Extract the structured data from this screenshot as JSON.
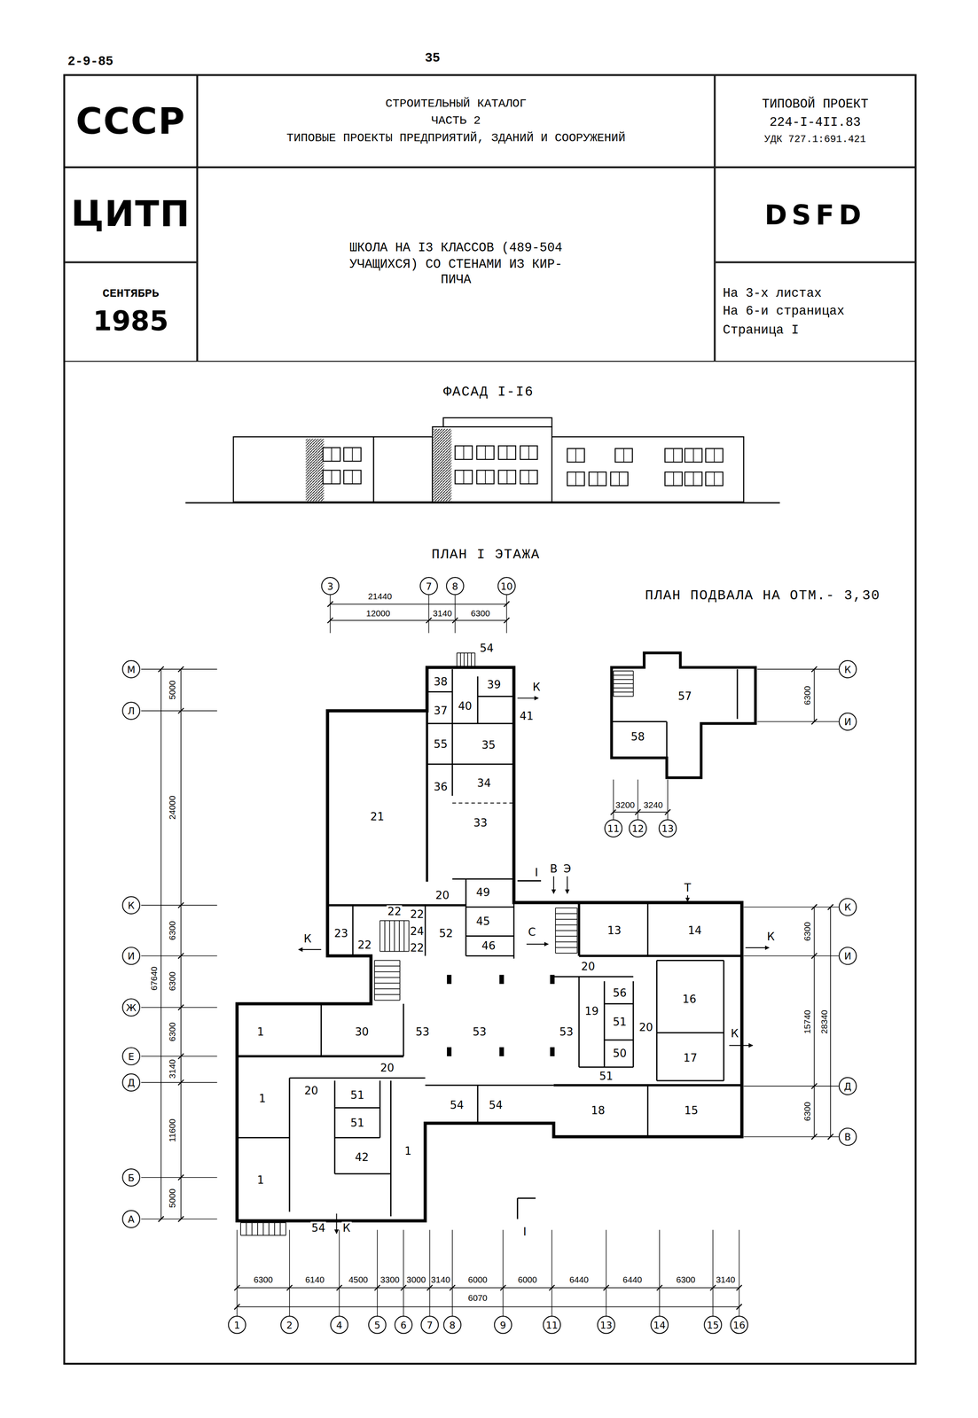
{
  "diagram": {
    "nodes": [
      {
        "text": [
          "СССР"
        ]
      },
      {
        "text": [
          "СТРОИТЕЛЬНЫЙ КАТАЛОГ",
          "ЧАСТЬ 2",
          "ТИПОВЫЕ ПРОЕКТЫ ПРЕДПРИЯТИЙ, ЗДАНИЙ И СООРУЖЕНИЙ"
        ]
      },
      {
        "text": [
          "ТИПОВОЙ ПРОЕКТ",
          "224-I-4II.83",
          "УДК 727.1:691.421"
        ]
      },
      {
        "text": [
          "ЦИТП"
        ]
      },
      {
        "text": [
          "ШКОЛА НА I3 КЛАССОВ (489-504 УЧАЩИХСЯ) СО СТЕНАМИ ИЗ КИР- ПИЧА"
        ]
      },
      {
        "text": [
          "DSFD"
        ]
      },
      {
        "text": [
          "СЕНТЯБРЬ",
          "1985"
        ]
      },
      {
        "text": [
          "На 3-х листах",
          "На 6-и страницах",
          "Страница I"
        ]
      },
      {
        "text": [
          "3"
        ]
      },
      {
        "text": [
          "7"
        ]
      },
      {
        "text": [
          "8"
        ]
      },
      {
        "text": [
          "10"
        ]
      },
      {
        "text": [
          "М"
        ]
      },
      {
        "text": [
          "Л"
        ]
      },
      {
        "text": [
          "К"
        ]
      },
      {
        "text": [
          "И"
        ]
      },
      {
        "text": [
          "Ж"
        ]
      },
      {
        "text": [
          "Е"
        ]
      },
      {
        "text": [
          "Д"
        ]
      },
      {
        "text": [
          "Б"
        ]
      },
      {
        "text": [
          "А"
        ]
      },
      {
        "text": [
          "К"
        ]
      },
      {
        "text": [
          "И"
        ]
      },
      {
        "text": [
          "Д"
        ]
      },
      {
        "text": [
          "В"
        ]
      },
      {
        "text": [
          "К"
        ]
      },
      {
        "text": [
          "И"
        ]
      },
      {
        "text": [
          "11"
        ]
      },
      {
        "text": [
          "12"
        ]
      },
      {
        "text": [
          "13"
        ]
      },
      {
        "text": [
          "1"
        ]
      },
      {
        "text": [
          "2"
        ]
      },
      {
        "text": [
          "4"
        ]
      },
      {
        "text": [
          "5"
        ]
      },
      {
        "text": [
          "6"
        ]
      },
      {
        "text": [
          "7"
        ]
      },
      {
        "text": [
          "8"
        ]
      },
      {
        "text": [
          "9"
        ]
      },
      {
        "text": [
          "11"
        ]
      },
      {
        "text": [
          "13"
        ]
      },
      {
        "text": [
          "14"
        ]
      },
      {
        "text": [
          "15"
        ]
      },
      {
        "text": [
          "16"
        ]
      }
    ],
    "labels": [
      "2-9-85",
      "35",
      "ФАСАД I-I6",
      "ПЛАН I ЭТАЖА",
      "ПЛАН ПОДВАЛА НА ОТМ.- 3,30",
      "21440",
      "12000",
      "3140",
      "6300",
      "5000",
      "24000",
      "6300",
      "67640",
      "6300",
      "6300",
      "3140",
      "11600",
      "5000",
      "6300",
      "15740",
      "28340",
      "6300",
      "6300",
      "3200",
      "3240",
      "57",
      "58",
      "6300",
      "6140",
      "4500",
      "3300",
      "3000",
      "3140",
      "6000",
      "6000",
      "6440",
      "6440",
      "6300",
      "3140",
      "6070",
      "54",
      "38",
      "39",
      "К",
      "37",
      "40",
      "41",
      "55",
      "35",
      "36",
      "34",
      "33",
      "21",
      "I",
      "В",
      "Э",
      "Т",
      "22",
      "20",
      "49",
      "22",
      "24",
      "45",
      "52",
      "23",
      "22",
      "22",
      "46",
      "С",
      "К",
      "13",
      "14",
      "К",
      "20",
      "56",
      "16",
      "19",
      "51",
      "20",
      "1",
      "30",
      "53",
      "53",
      "53",
      "50",
      "17",
      "К",
      "20",
      "20",
      "51",
      "51",
      "54",
      "54",
      "18",
      "15",
      "1",
      "51",
      "1",
      "42",
      "1",
      "54",
      "К",
      "I"
    ]
  }
}
